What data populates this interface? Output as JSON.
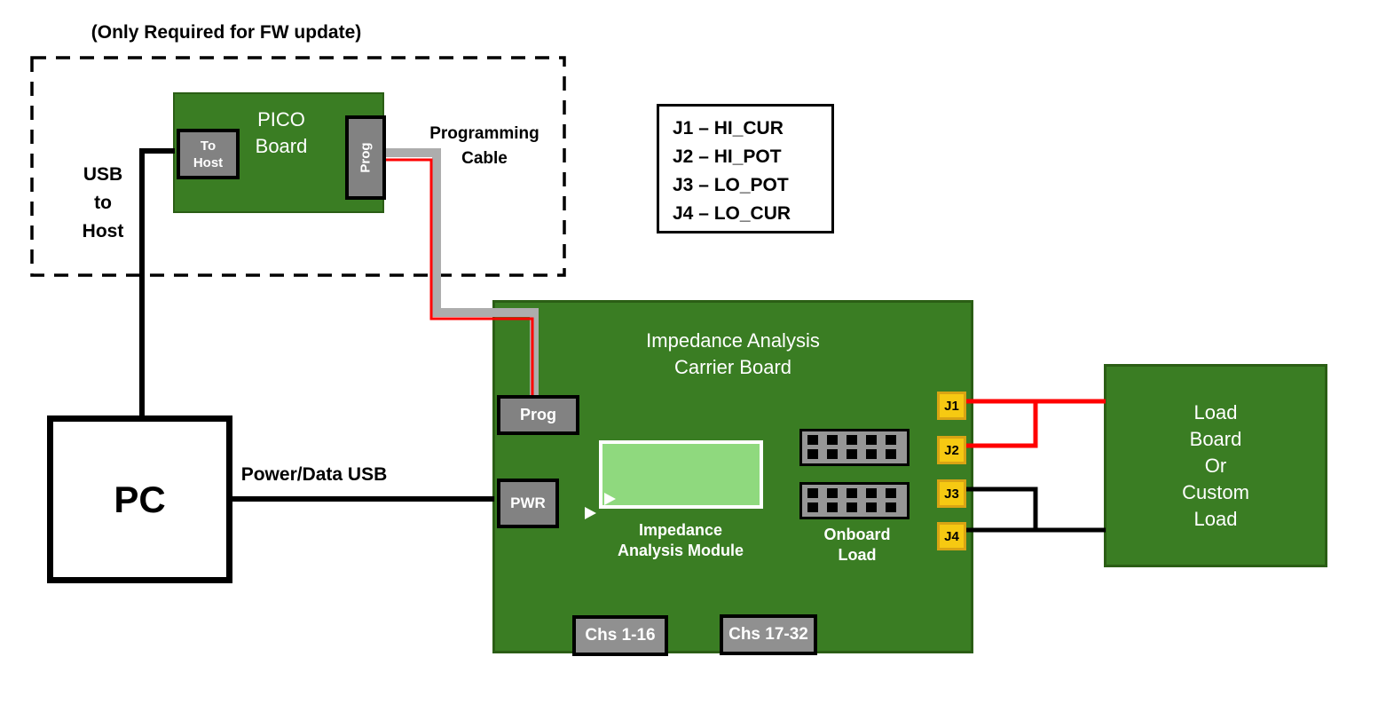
{
  "note_fw": "(Only Required for FW update)",
  "labels": {
    "usb_to_host": [
      "USB",
      "to",
      "Host"
    ],
    "programming_cable": [
      "Programming",
      "Cable"
    ],
    "power_data_usb": "Power/Data USB"
  },
  "pico_board": {
    "title": [
      "PICO",
      "Board"
    ],
    "to_host_port": [
      "To",
      "Host"
    ],
    "prog_port": "Prog"
  },
  "legend": {
    "items": [
      "J1 – HI_CUR",
      "J2 – HI_POT",
      "J3 – LO_POT",
      "J4 – LO_CUR"
    ]
  },
  "pc": {
    "label": "PC"
  },
  "carrier_board": {
    "title": [
      "Impedance Analysis",
      "Carrier Board"
    ],
    "prog_port": "Prog",
    "pwr_port": "PWR",
    "module_label": [
      "Impedance",
      "Analysis Module"
    ],
    "onboard_load_label": [
      "Onboard",
      "Load"
    ],
    "jacks": [
      "J1",
      "J2",
      "J3",
      "J4"
    ],
    "channel_ports": [
      "Chs 1-16",
      "Chs 17-32"
    ]
  },
  "load_board": {
    "title": [
      "Load",
      "Board",
      "Or",
      "Custom",
      "Load"
    ]
  },
  "colors": {
    "board_green": "#3A7D23",
    "board_border_green": "#2B5E15",
    "module_green": "#8FD97E",
    "port_gray": "#828282",
    "header_gray": "#969696",
    "cable_gray": "#ADADAD",
    "wire_red": "#FF0000",
    "wire_black": "#000000",
    "jack_yellow": "#F6C912",
    "jack_border": "#D9A414"
  }
}
